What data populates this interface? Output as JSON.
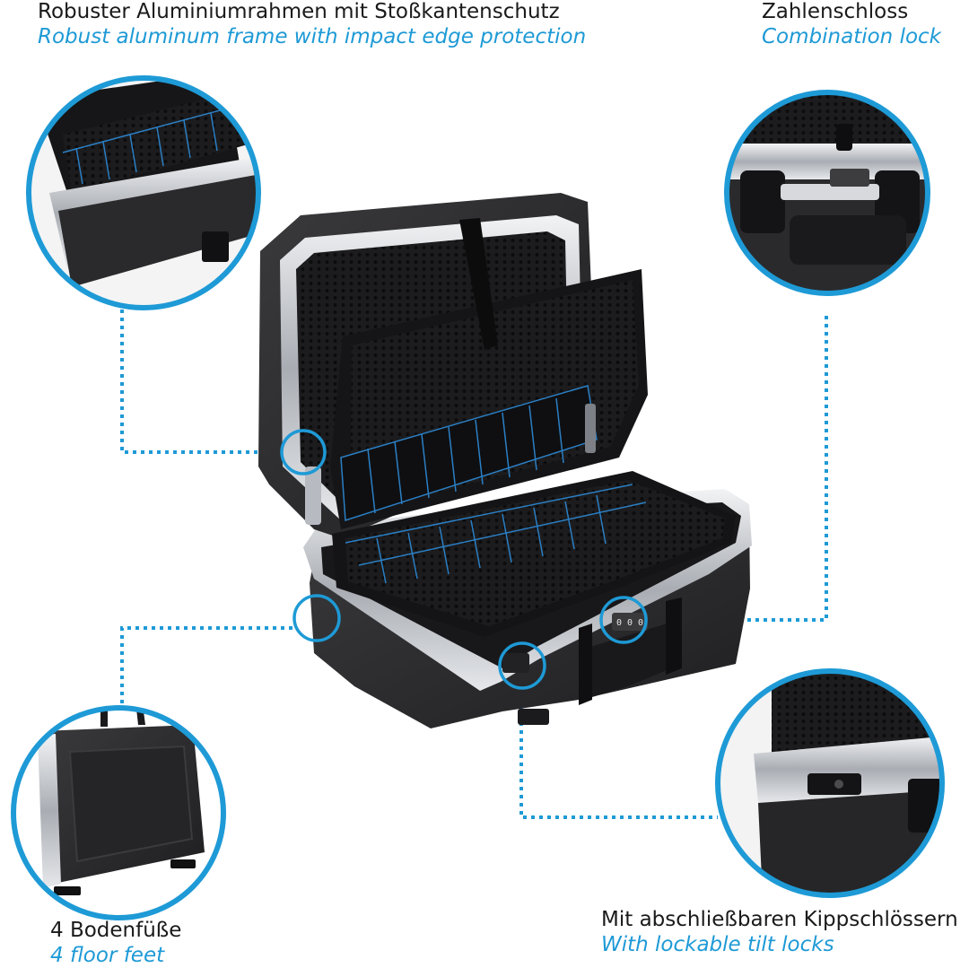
{
  "colors": {
    "accent": "#1e9ad6",
    "text": "#1a1a1a",
    "case_body": "#2b2b2d",
    "aluminum": "#c9ccd1"
  },
  "captions": {
    "frame": {
      "de": "Robuster Aluminiumrahmen mit Stoßkantenschutz",
      "en": "Robust aluminum frame with impact edge protection"
    },
    "lock": {
      "de": "Zahlenschloss",
      "en": "Combination lock"
    },
    "feet": {
      "de": "4 Bodenfüße",
      "en": "4 floor feet"
    },
    "tilt": {
      "de": "Mit abschließbaren Kippschlössern",
      "en": "With lockable tilt locks"
    }
  },
  "lock_digits": [
    "0",
    "0",
    "0"
  ]
}
